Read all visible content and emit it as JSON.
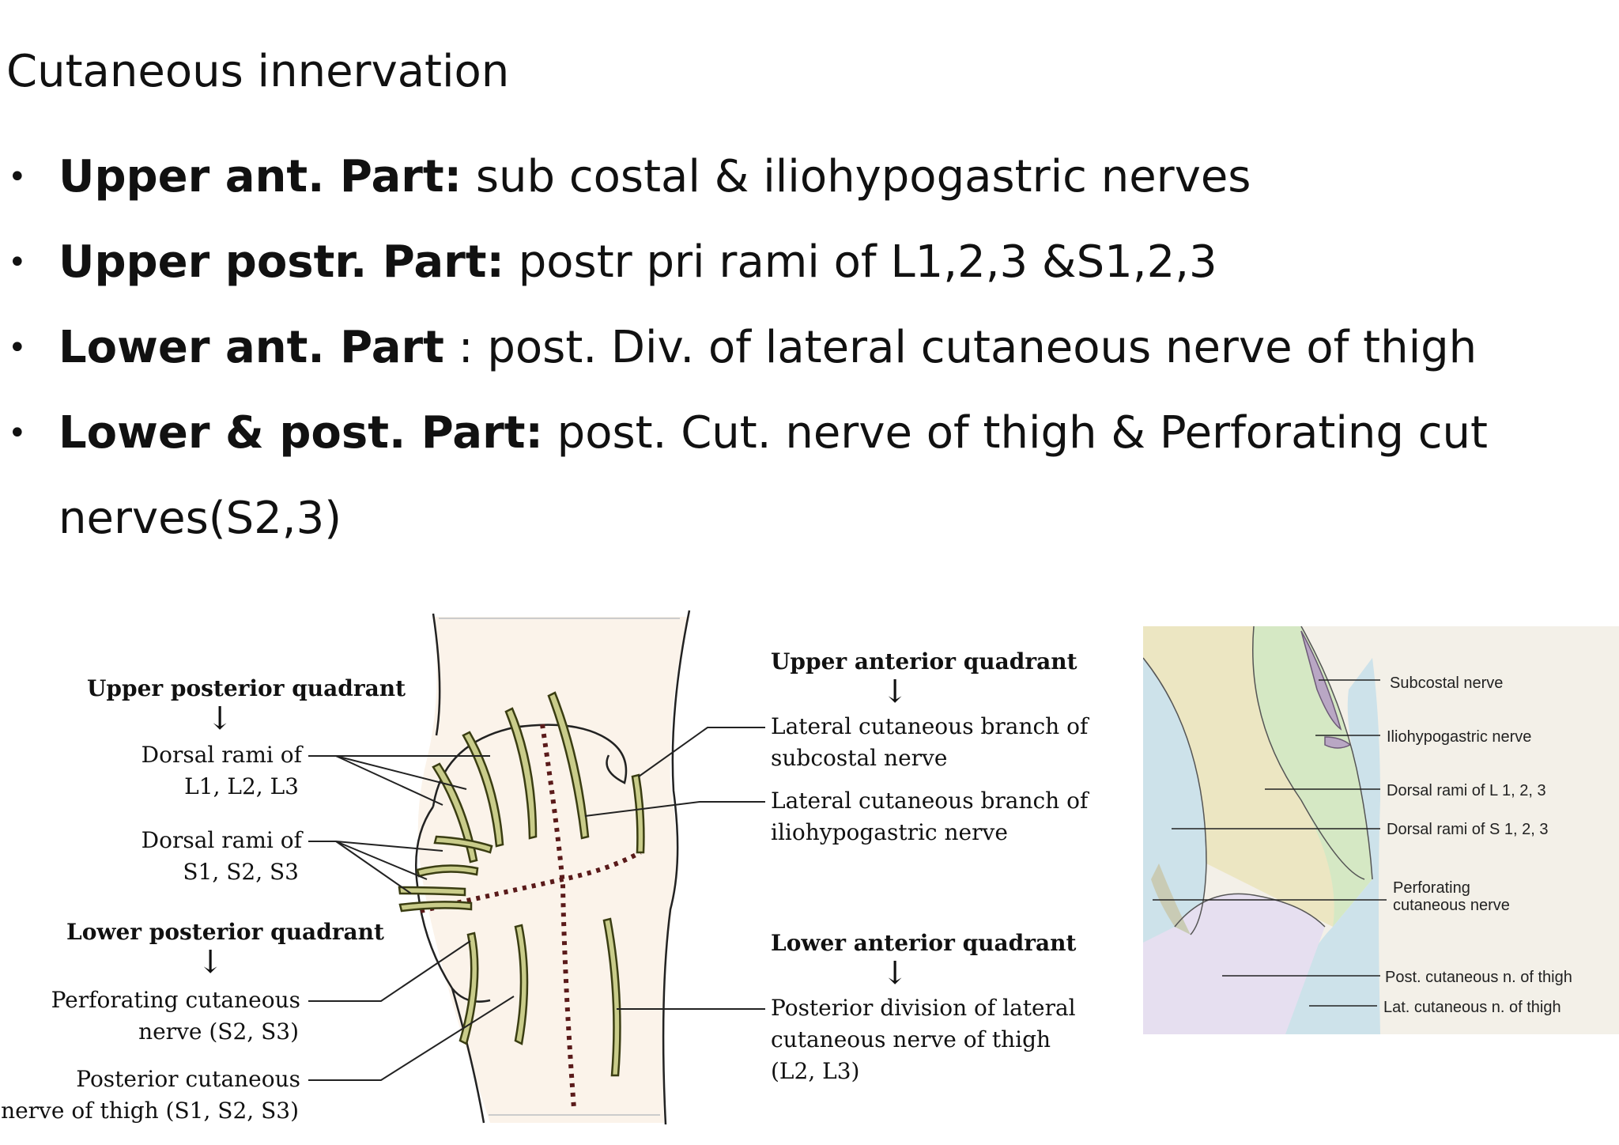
{
  "title": "Cutaneous innervation",
  "bullets": [
    {
      "bold": "Upper ant. Part:",
      "text": " sub costal & iliohypogastric nerves"
    },
    {
      "bold": "Upper postr. Part:",
      "text": " postr pri rami of L1,2,3 &S1,2,3"
    },
    {
      "bold": "Lower ant. Part",
      "text": " : post. Div. of lateral cutaneous nerve of thigh"
    },
    {
      "bold": "Lower & post. Part:",
      "text": " post. Cut. nerve of thigh & Perforating cut nerves(S2,3)"
    }
  ],
  "figure1": {
    "upper_posterior_heading": "Upper posterior quadrant",
    "arrow": "↓",
    "dorsal_l_line1": "Dorsal rami of",
    "dorsal_l_line2": "L1, L2, L3",
    "dorsal_s_line1": "Dorsal rami of",
    "dorsal_s_line2": "S1, S2, S3",
    "lower_posterior_heading": "Lower posterior quadrant",
    "perforating_line1": "Perforating cutaneous",
    "perforating_line2": "nerve (S2, S3)",
    "post_cut_line1": "Posterior cutaneous",
    "post_cut_line2": "nerve of thigh (S1, S2, S3)",
    "upper_anterior_heading": "Upper anterior quadrant",
    "lat_subcostal_line1": "Lateral cutaneous branch of",
    "lat_subcostal_line2": "subcostal nerve",
    "lat_ilio_line1": "Lateral cutaneous branch of",
    "lat_ilio_line2": "iliohypogastric nerve",
    "lower_anterior_heading": "Lower anterior quadrant",
    "post_div_line1": "Posterior division of lateral",
    "post_div_line2": "cutaneous nerve of thigh",
    "post_div_line3": "(L2, L3)"
  },
  "figure2": {
    "labels": [
      "Subcostal nerve",
      "Iliohypogastric nerve",
      "Dorsal rami of L 1, 2, 3",
      "Dorsal rami of S 1, 2, 3",
      "Perforating",
      "cutaneous nerve",
      "Post. cutaneous n. of thigh",
      "Lat. cutaneous n. of thigh"
    ]
  },
  "colors": {
    "text": "#111111",
    "nerve_fill": "#c9cc8a",
    "nerve_stroke": "#3a3d12",
    "dotted_line": "#5a1a1a",
    "skin": "#fbf3ea",
    "map_green": "#d5e8c4",
    "map_yellow": "#ece6c2",
    "map_blue": "#cde2ea",
    "map_lavender": "#ddd3e8",
    "map_purple": "#b9a7c4"
  }
}
